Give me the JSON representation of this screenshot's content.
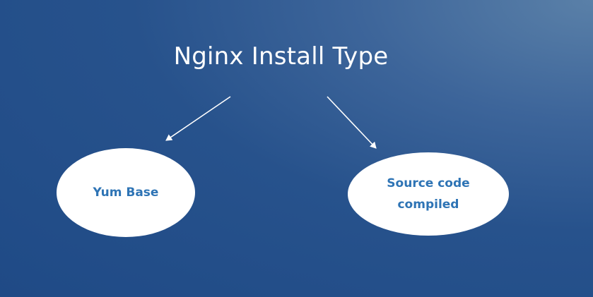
{
  "diagram": {
    "title": "Nginx Install Type",
    "nodes": [
      {
        "label_lines": [
          "Yum Base"
        ]
      },
      {
        "label_lines": [
          "Source code",
          "compiled"
        ]
      }
    ],
    "edges": [
      {
        "from": "title",
        "to": "nodes.0"
      },
      {
        "from": "title",
        "to": "nodes.1"
      }
    ],
    "colors": {
      "background": "#27528c",
      "node_fill": "#ffffff",
      "node_text": "#2e74b5",
      "title_text": "#ffffff",
      "arrow": "#ffffff"
    }
  }
}
